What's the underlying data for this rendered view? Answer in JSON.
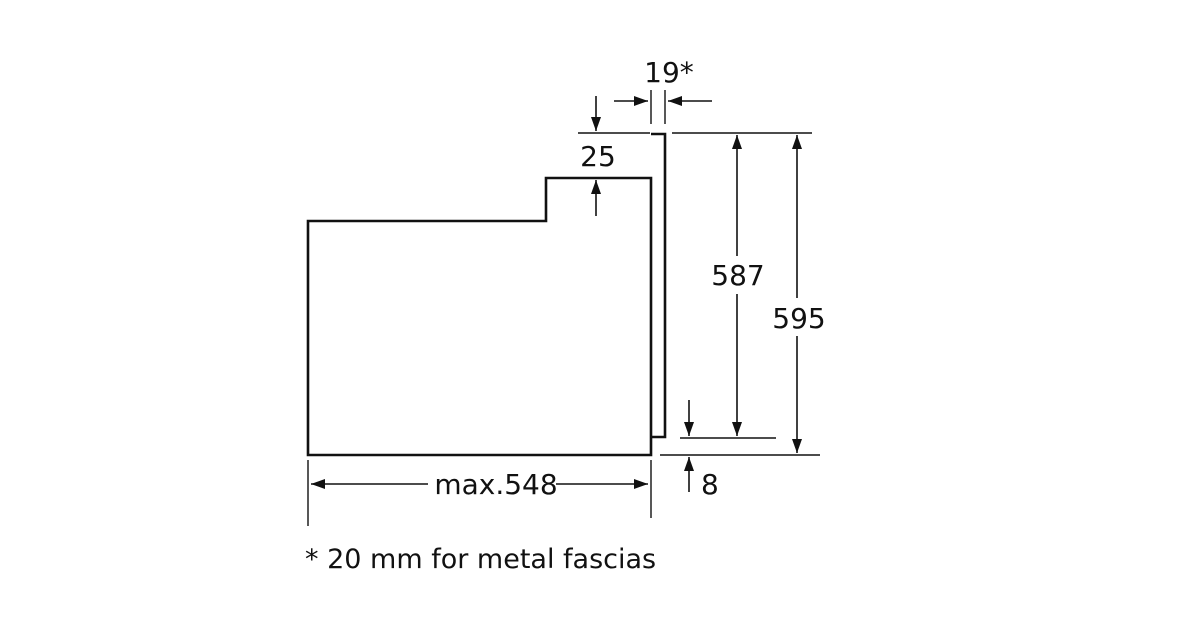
{
  "dimensions": {
    "fascia_thickness": "19*",
    "top_step": "25",
    "front_height": "587",
    "overall_height": "595",
    "depth": "max.548",
    "bottom_offset": "8"
  },
  "footnote": "* 20 mm for metal fascias",
  "colors": {
    "line": "#111111",
    "background": "#ffffff"
  }
}
